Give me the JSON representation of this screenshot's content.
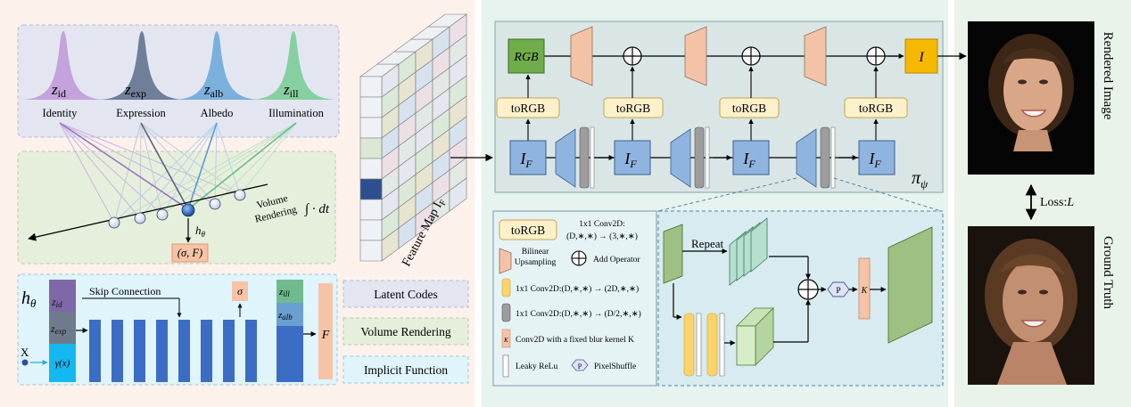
{
  "panel1": {
    "latents": [
      {
        "sym": "z",
        "sub": "id",
        "label": "Identity",
        "color": "#b98fd0"
      },
      {
        "sym": "z",
        "sub": "exp",
        "label": "Expression",
        "color": "#6a7a98"
      },
      {
        "sym": "z",
        "sub": "alb",
        "label": "Albedo",
        "color": "#6fa6d8"
      },
      {
        "sym": "z",
        "sub": "ill",
        "label": "Illumination",
        "color": "#7cca98"
      }
    ],
    "volume_rendering": {
      "line1": "Volume",
      "line2": "Rendering",
      "integral": "∫ · dt"
    },
    "h_theta": "h",
    "h_theta_sub": "θ",
    "sigma_f": "(σ, F)",
    "feature_map": "Feature Map I",
    "feature_map_sub": "F"
  },
  "mlp": {
    "title": "h",
    "title_sub": "θ",
    "x_label": "X",
    "gamma_label": "γ(x)",
    "in_z_id": "id",
    "in_z_exp": "exp",
    "skip": "Skip Connection",
    "sigma": "σ",
    "out_z_ill": "ill",
    "out_z_alb": "alb",
    "F": "F"
  },
  "legend_boxes": {
    "latent_codes": "Latent Codes",
    "volume_rendering": "Volume Rendering",
    "implicit_function": "Implicit Function"
  },
  "renderer": {
    "rgb": "RGB",
    "I": "I",
    "toRGB": "toRGB",
    "IF": "I",
    "IF_sub": "F",
    "pi": "π",
    "pi_sub": "ψ"
  },
  "legend2": {
    "torgb": "toRGB",
    "torgb_desc1": "1x1 Conv2D:",
    "torgb_desc2": "(D,∗,∗) → (3,∗,∗)",
    "bilinear1": "Bilinear",
    "bilinear2": "Upsampling",
    "add_op": "Add Operator",
    "conv_yellow": "1x1 Conv2D:(D,∗,∗) → (2D,∗,∗)",
    "conv_gray": "1x1 Conv2D:(D,∗,∗) → (D/2,∗,∗)",
    "blur_k": "K",
    "blur_desc": "Conv2D with a fixed blur kernel K",
    "leaky": "Leaky ReLu",
    "ps_symbol": "P",
    "ps_desc": "PixelShuffle"
  },
  "detail": {
    "repeat": "Repeat",
    "p": "P",
    "k": "K"
  },
  "right": {
    "rendered": "Rendered Image",
    "ground_truth": "Ground Truth",
    "loss": "Loss:",
    "loss_sym": "L"
  },
  "colors": {
    "panel1_bg": "#fdf1ec",
    "panel2_bg": "#e6f3ee",
    "panel3_bg": "#eaf3ea",
    "renderer_bg": "#d9e6e5",
    "if_box": "#8fb4df",
    "rgb_box": "#6fac4a",
    "i_box": "#f6b800",
    "upsample": "#f4c2a6",
    "torgb_box": "#fdf1cc"
  }
}
